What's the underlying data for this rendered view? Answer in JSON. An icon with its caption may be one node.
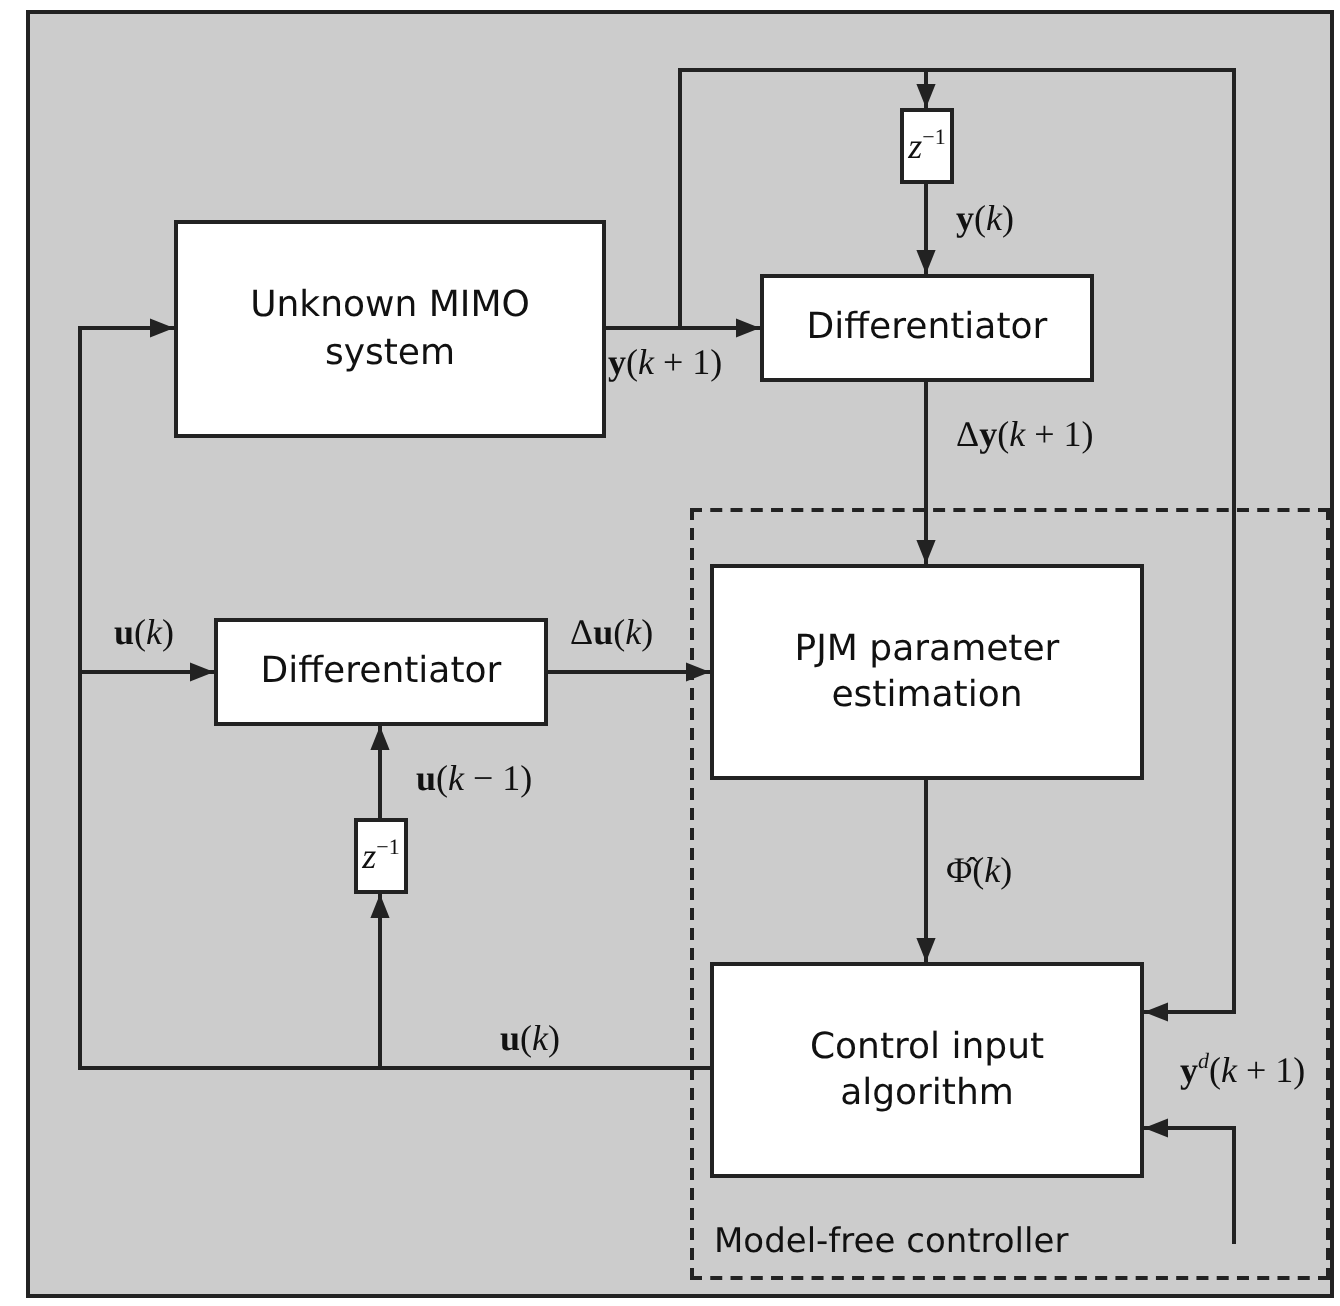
{
  "diagram": {
    "nodes": [
      {
        "text": [
          "Model-free controller"
        ]
      },
      {
        "text": [
          "Unknown MIMO system"
        ]
      },
      {
        "text": [
          "*z*$^{−1}$"
        ]
      },
      {
        "text": [
          "Differentiator"
        ]
      },
      {
        "text": [
          "PJM parameter estimation"
        ],
        "in": 0
      },
      {
        "text": [
          "Differentiator"
        ]
      },
      {
        "text": [
          "*z*$^{−1}$"
        ]
      },
      {
        "text": [
          "Control input algorithm"
        ],
        "in": 0
      }
    ],
    "edges": [
      {
        "from": 1,
        "to": 3,
        "arrow": "to",
        "label": "**y**(*k* + 1)"
      },
      {
        "from": 1,
        "to": 2,
        "arrow": "to"
      },
      {
        "from": 1,
        "to": 7,
        "arrow": "to"
      },
      {
        "from": 2,
        "to": 3,
        "arrow": "to",
        "label": "**y**(*k*)"
      },
      {
        "from": 3,
        "to": 4,
        "arrow": "to",
        "label": "Δ**y**(*k* + 1)"
      },
      {
        "from": 5,
        "to": 4,
        "arrow": "to",
        "label": "Δ**u**(*k*)"
      },
      {
        "from": 4,
        "to": 7,
        "arrow": "to",
        "label": "Φ̂(*k*)"
      },
      {
        "from": 7,
        "to": 5,
        "arrow": "to",
        "label": "**u**(*k*)"
      },
      {
        "from": 7,
        "to": 1,
        "arrow": "to"
      },
      {
        "from": 7,
        "to": 6,
        "arrow": "to",
        "label": "**u**(*k*)"
      },
      {
        "from": 6,
        "to": 5,
        "arrow": "to",
        "label": "**u**(*k* − 1)"
      },
      {
        "from": null,
        "to": 7,
        "arrow": "to",
        "label": "**y**$^{d}$(*k* + 1)"
      }
    ]
  }
}
